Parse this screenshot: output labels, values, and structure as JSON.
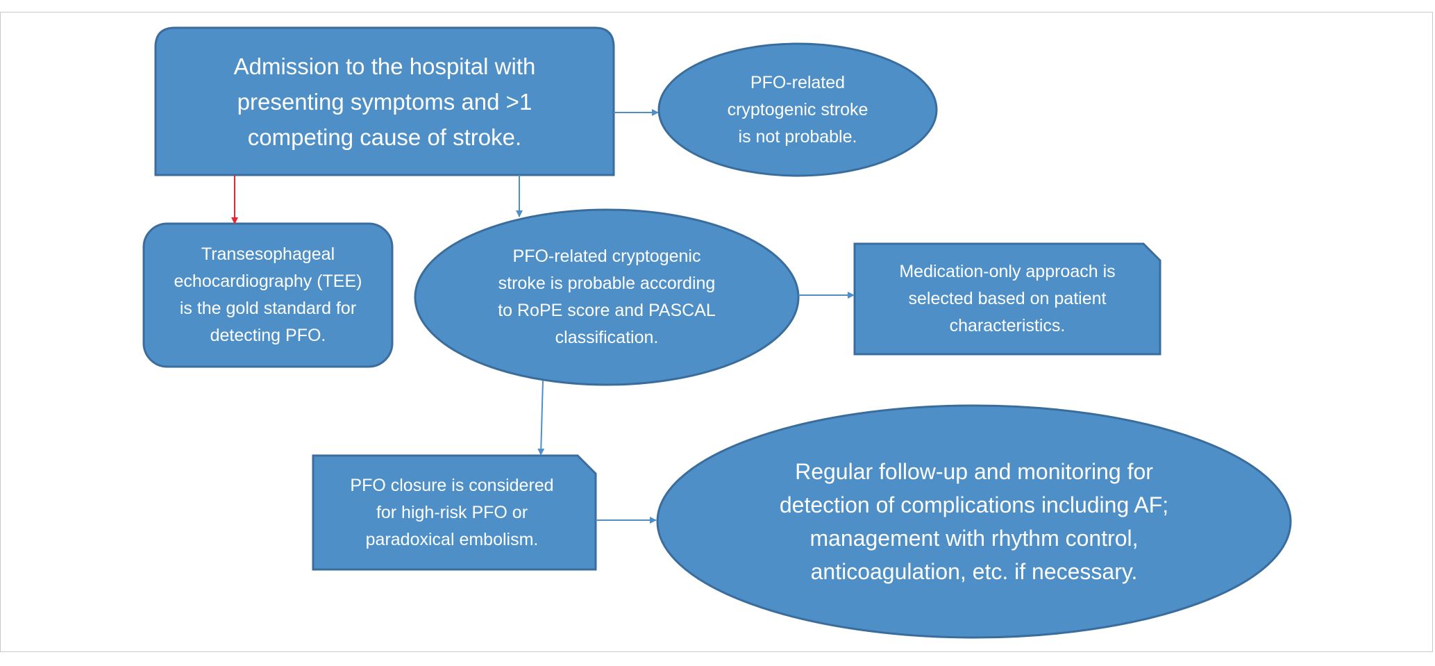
{
  "colors": {
    "fill": "#4e8fc8",
    "stroke": "#3a6d9c",
    "arrow": "#4e8fc8",
    "arrow_highlight": "#e8252e",
    "text": "#ffffff"
  },
  "nodes": {
    "admission": "Admission to the hospital with\npresenting symptoms and >1\ncompeting cause of stroke.",
    "not_probable": "PFO-related\ncryptogenic stroke\nis not probable.",
    "tee": "Transesophageal\nechocardiography (TEE)\nis the gold standard for\ndetecting PFO.",
    "probable": "PFO-related cryptogenic\nstroke is probable according\nto RoPE score and PASCAL\nclassification.",
    "medication": "Medication-only approach is\nselected based on patient\ncharacteristics.",
    "closure": "PFO closure is considered\nfor high-risk PFO or\nparadoxical embolism.",
    "followup": "Regular follow-up and monitoring for\ndetection of complications including AF;\nmanagement with rhythm control,\nanticoagulation, etc. if necessary."
  }
}
